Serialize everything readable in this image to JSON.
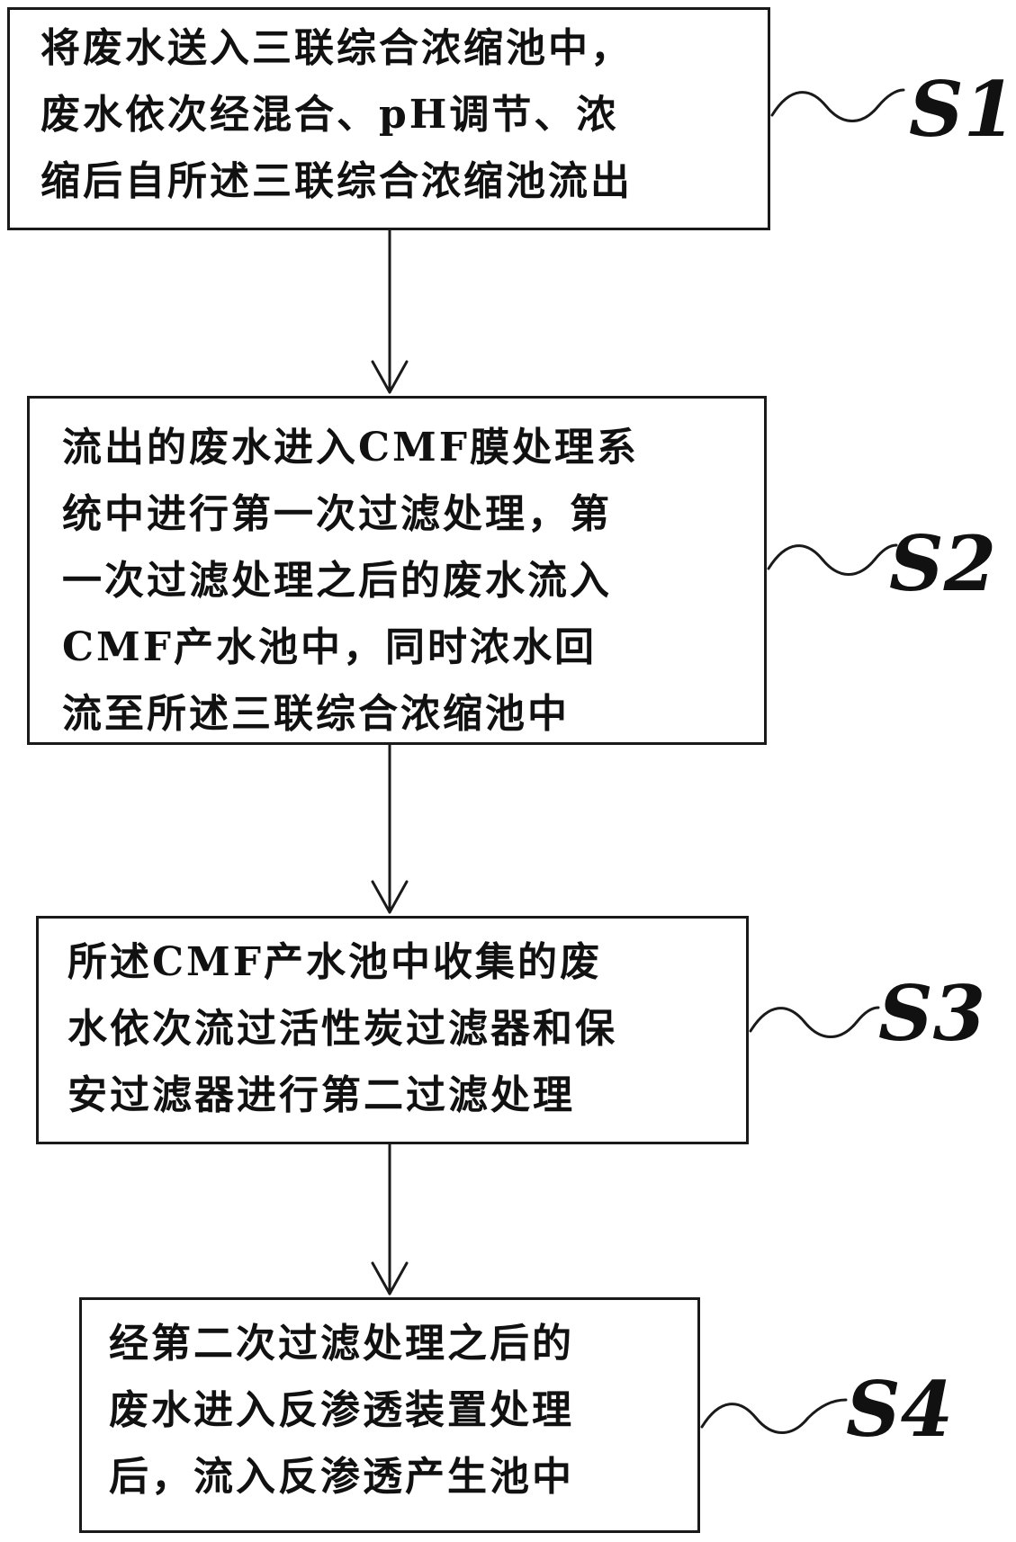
{
  "steps": [
    {
      "id": "S1",
      "lines": [
        "将废水送入三联综合浓缩池中，",
        "废水依次经混合、pH调节、浓",
        "缩后自所述三联综合浓缩池流出"
      ]
    },
    {
      "id": "S2",
      "lines": [
        "流出的废水进入CMF膜处理系",
        "统中进行第一次过滤处理，第",
        "一次过滤处理之后的废水流入",
        "CMF产水池中，同时浓水回",
        "流至所述三联综合浓缩池中"
      ]
    },
    {
      "id": "S3",
      "lines": [
        "所述CMF产水池中收集的废",
        "水依次流过活性炭过滤器和保",
        "安过滤器进行第二过滤处理"
      ]
    },
    {
      "id": "S4",
      "lines": [
        "经第二次过滤处理之后的",
        "废水进入反渗透装置处理",
        "后，流入反渗透产生池中"
      ]
    }
  ],
  "colors": {
    "line": "#1a1a1a",
    "text": "#111111",
    "background": "#ffffff"
  }
}
